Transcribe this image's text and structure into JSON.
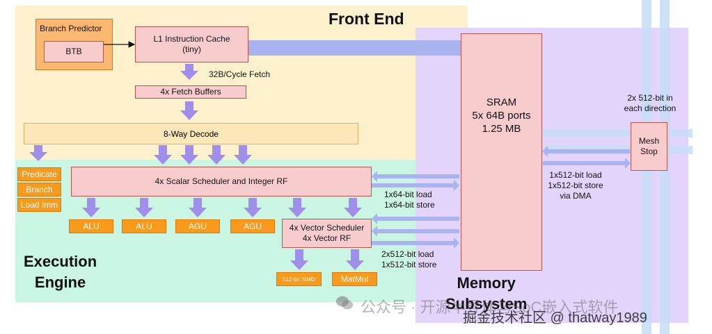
{
  "regions": {
    "front_end": "Front End",
    "execution_engine": [
      "Execution",
      "Engine"
    ],
    "memory_subsystem": [
      "Memory",
      "Subsystem"
    ]
  },
  "boxes": {
    "branch_predictor": "Branch Predictor",
    "btb": "BTB",
    "l1_icache": [
      "L1 Instruction Cache",
      "(tiny)"
    ],
    "fetch_buffers": "4x Fetch Buffers",
    "decode": "8-Way Decode",
    "scalar_scheduler": "4x Scalar Scheduler and Integer RF",
    "predicate": "Predicate",
    "branch": "Branch",
    "load_imm": "Load Imm",
    "alu1": "ALU",
    "alu2": "ALU",
    "agu1": "AGU",
    "agu2": "AGU",
    "vector_scheduler": [
      "4x Vector Scheduler",
      "4x Vector RF"
    ],
    "simd": "512-bit SIMD",
    "matmul": "MatMul",
    "sram": [
      "SRAM",
      "5x 64B ports",
      "1.25 MB"
    ],
    "mesh_stop": [
      "Mesh",
      "Stop"
    ]
  },
  "labels": {
    "fetch": "32B/Cycle Fetch",
    "scalar_ls": [
      "1x64-bit load",
      "1x64-bit store"
    ],
    "vector_ls": [
      "2x512-bit load",
      "1x512-bit store"
    ],
    "dma": [
      "1x512-bit load",
      "1x512-bit store",
      "via DMA"
    ],
    "mesh_bw": [
      "2x 512-bit in",
      "each direction"
    ]
  },
  "watermark": {
    "line1": "公众号 · 开源半导体与SoC嵌入式软件",
    "line2": "掘金技术社区 @ thatway1989"
  },
  "colors": {
    "arrow": "#9f8fea",
    "bus": "#a9b3f0",
    "mesh": "#c6ddf6"
  }
}
